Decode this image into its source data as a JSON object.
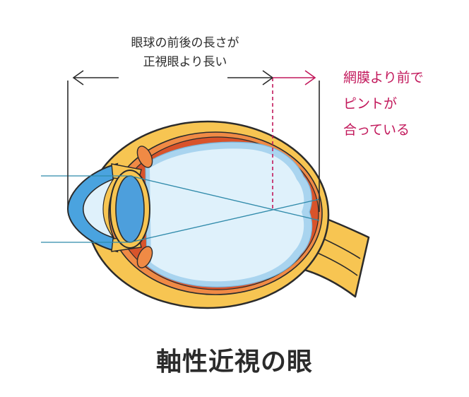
{
  "diagram": {
    "length_label": {
      "lines": [
        "眼球の前後の長さが",
        "正視眼より長い"
      ]
    },
    "retina_label": {
      "lines": [
        "網膜より前で",
        "ピントが",
        "合っている"
      ],
      "color": "#c2185b"
    },
    "caption": "軸性近視の眼"
  },
  "colors": {
    "sclera": "#f7c552",
    "sclera_outline": "#2b2b2b",
    "choroid": "#f08a45",
    "retina": "#d8532b",
    "vitreous": "#dff1fb",
    "vitreous_edge": "#a9d4ef",
    "cornea": "#4aa3df",
    "lens": "#4d9fdc",
    "light_ray": "#2f8aaa",
    "optic_nerve": "#f7c552"
  }
}
